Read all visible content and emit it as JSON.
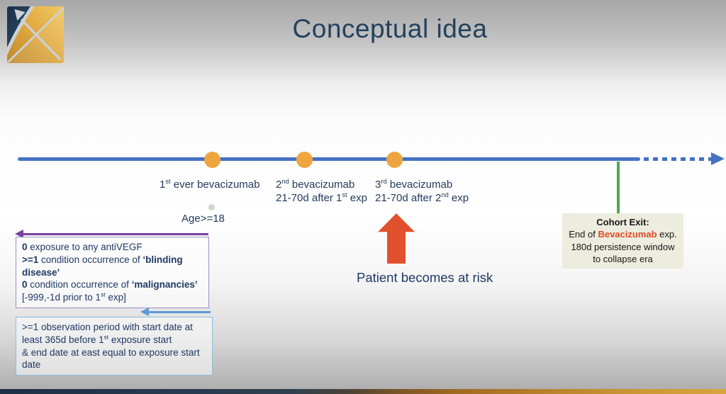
{
  "title": "Conceptual idea",
  "colors": {
    "title_text": "#24415E",
    "body_text": "#1F3864",
    "timeline_blue": "#4472C4",
    "marker_orange": "#EFA53F",
    "risk_arrow_red": "#E2512E",
    "cohort_line_green": "#55A555",
    "criteria_arrow_purple": "#7A3FA0",
    "observation_arrow_blue": "#5B9BD5",
    "inclusion_box_border": "#9C8EC6",
    "observation_box_border": "#8FBBDD",
    "cohort_box_bg": "#ECECDF",
    "bevacizumab_red": "#E04A22",
    "age_dot_green": "#CCD8CA",
    "footer_navy": "#1E3044",
    "footer_gold": "#D6A53E"
  },
  "timeline": {
    "events": [
      {
        "lines": [
          [
            {
              "t": "1"
            },
            {
              "t": "st",
              "sup": true
            },
            {
              "t": " ever bevacizumab"
            }
          ]
        ]
      },
      {
        "lines": [
          [
            {
              "t": "2"
            },
            {
              "t": "nd",
              "sup": true
            },
            {
              "t": " bevacizumab"
            }
          ],
          [
            {
              "t": "21-70d after 1"
            },
            {
              "t": "st",
              "sup": true
            },
            {
              "t": " exp"
            }
          ]
        ]
      },
      {
        "lines": [
          [
            {
              "t": "3"
            },
            {
              "t": "rd",
              "sup": true
            },
            {
              "t": " bevacizumab"
            }
          ],
          [
            {
              "t": "21-70d after 2"
            },
            {
              "t": "nd",
              "sup": true
            },
            {
              "t": " exp"
            }
          ]
        ]
      }
    ],
    "age_label": "Age>=18"
  },
  "inclusion_box": {
    "lines": [
      [
        {
          "t": "0",
          "b": true
        },
        {
          "t": " exposure to any antiVEGF"
        }
      ],
      [
        {
          "t": ">=1",
          "b": true
        },
        {
          "t": " condition occurrence of "
        },
        {
          "t": "‘blinding disease’",
          "b": true
        }
      ],
      [
        {
          "t": "0",
          "b": true
        },
        {
          "t": " condition occurrence of "
        },
        {
          "t": "‘malignancies’",
          "b": true
        }
      ],
      [
        {
          "t": "[-999,-1d prior to 1"
        },
        {
          "t": "st",
          "sup": true
        },
        {
          "t": " exp]"
        }
      ]
    ]
  },
  "observation_box": {
    "lines": [
      [
        {
          "t": ">=1 observation period with start date at least 365d  before 1"
        },
        {
          "t": "st",
          "sup": true
        },
        {
          "t": " exposure start"
        }
      ],
      [
        {
          "t": "& end date at east equal to exposure start date"
        }
      ]
    ]
  },
  "risk_label": "Patient becomes at risk",
  "cohort_exit_box": {
    "lines": [
      [
        {
          "t": "Cohort Exit:",
          "b": true
        }
      ],
      [
        {
          "t": "End of "
        },
        {
          "t": "Bevacizumab",
          "b": true,
          "c": "#E04A22"
        },
        {
          "t": " exp."
        }
      ],
      [
        {
          "t": "180d persistence window"
        }
      ],
      [
        {
          "t": "to collapse era"
        }
      ]
    ]
  }
}
